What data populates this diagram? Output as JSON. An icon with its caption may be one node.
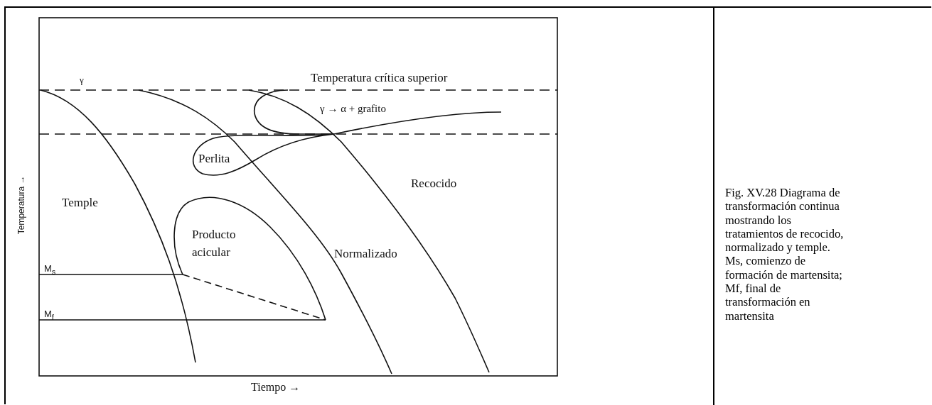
{
  "diagram": {
    "caption": "Fig. XV.28 Diagrama de transformación continua mostrando los tratamientos de recocido, normalizado y temple. Ms, comienzo de formación de martensita; Mf, final de transformación en martensita",
    "labels": [
      "γ",
      "Temperatura crítica superior",
      "γ → α + grafito",
      "Perlita",
      "Temperatura →",
      "Recocido",
      "Temple",
      "Producto acicular",
      "Normalizado",
      "M$_{s}$",
      "M$_{f}$",
      "Tiempo →"
    ]
  }
}
